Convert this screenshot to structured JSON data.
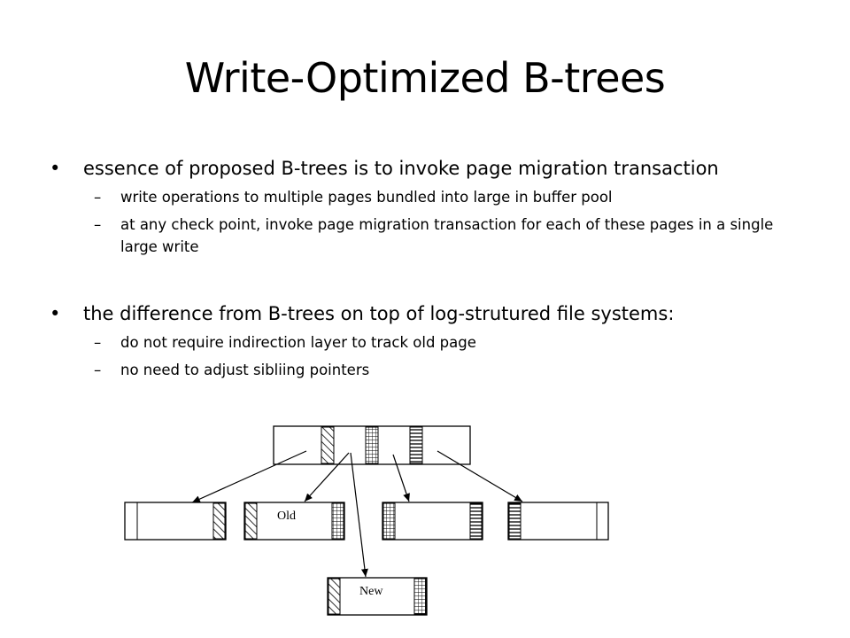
{
  "slide": {
    "title": "Write-Optimized B-trees",
    "bullets": [
      {
        "text": "essence of proposed B-trees is to invoke page migration transaction",
        "subs": [
          "write operations to multiple pages bundled into large in buffer pool",
          "at any check point, invoke page migration transaction for each of these pages in a single large write"
        ]
      },
      {
        "text": "the difference from B-trees on top of log-strutured file systems:",
        "subs": [
          "do not require indirection layer to track old page",
          "no need to adjust sibliing pointers"
        ]
      }
    ],
    "bullet_glyph": "•",
    "dash_glyph": "–"
  },
  "diagram": {
    "old_label": "Old",
    "new_label": "New",
    "colors": {
      "stroke": "#000000",
      "fill": "#ffffff"
    }
  }
}
